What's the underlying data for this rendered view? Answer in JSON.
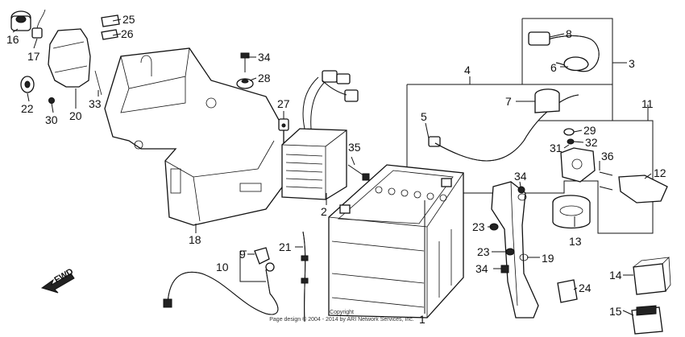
{
  "diagram": {
    "callouts": [
      "1",
      "2",
      "3",
      "4",
      "5",
      "6",
      "7",
      "8",
      "9",
      "10",
      "11",
      "12",
      "13",
      "14",
      "15",
      "16",
      "17",
      "18",
      "19",
      "20",
      "21",
      "22",
      "23",
      "23",
      "24",
      "25",
      "26",
      "27",
      "28",
      "29",
      "30",
      "31",
      "32",
      "33",
      "34",
      "34",
      "34",
      "35",
      "36"
    ],
    "direction_label": "FWD",
    "copyright_line1": "Copyright",
    "copyright_line2": "Page design © 2004 - 2014 by ARI Network Services, Inc."
  }
}
